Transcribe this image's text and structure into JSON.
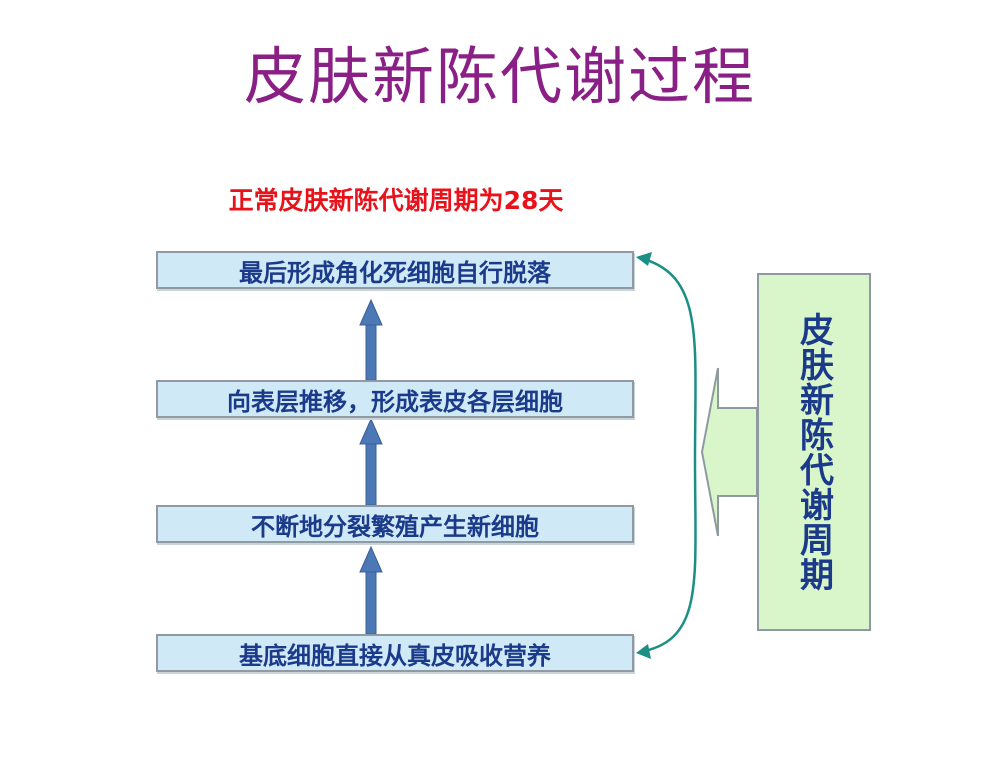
{
  "title": "皮肤新陈代谢过程",
  "subtitle": "正常皮肤新陈代谢周期为28天",
  "steps": [
    {
      "label": "最后形成角化死细胞自行脱落"
    },
    {
      "label": "向表层推移，形成表皮各层细胞"
    },
    {
      "label": "不断地分裂繁殖产生新细胞"
    },
    {
      "label": "基底细胞直接从真皮吸收营养"
    }
  ],
  "cycle_label": "皮肤新陈代谢周期",
  "colors": {
    "title": "#8a1f86",
    "subtitle": "#e8121b",
    "step_fill": "#cfe9f7",
    "step_text": "#1b3a8a",
    "arrow_fill": "#4d78b6",
    "cycle_fill": "#d9f6cb",
    "connector": "#1b8f84"
  }
}
